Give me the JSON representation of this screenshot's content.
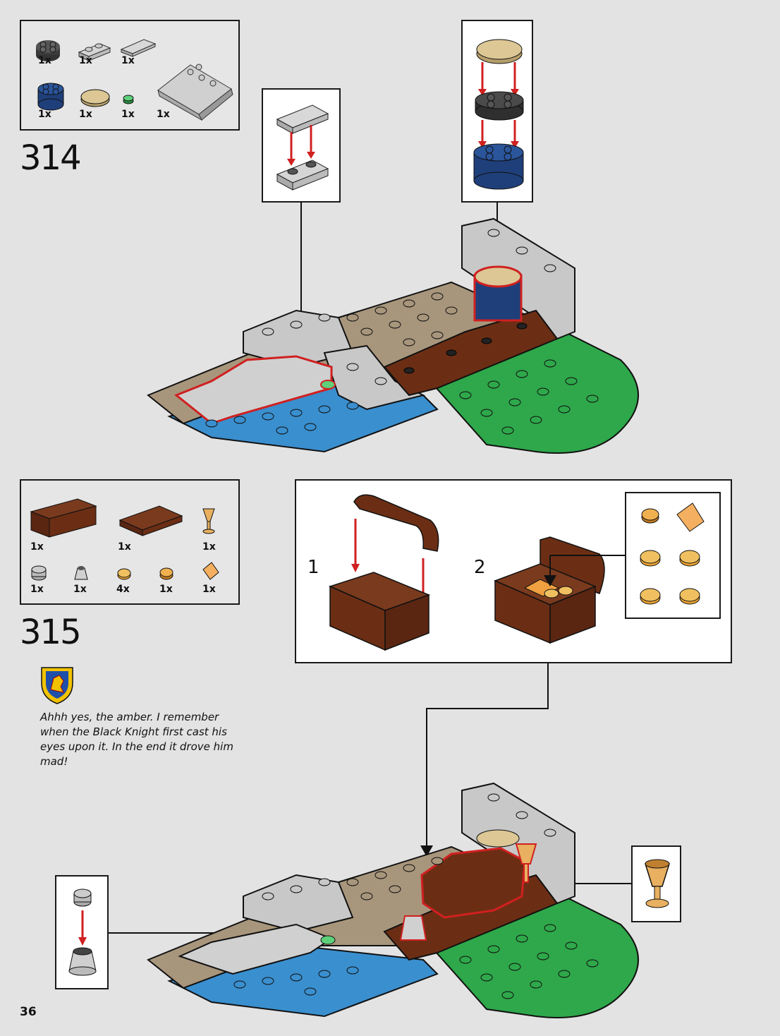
{
  "page": {
    "number": "36"
  },
  "step314": {
    "number": "314",
    "parts": [
      {
        "qty": "1x",
        "name": "dark-gray-round-2x2"
      },
      {
        "qty": "1x",
        "name": "light-gray-plate-1x2"
      },
      {
        "qty": "1x",
        "name": "light-gray-tile-1x2"
      },
      {
        "qty": "1x",
        "name": "blue-round-brick-2x2"
      },
      {
        "qty": "1x",
        "name": "tan-round-tile-2x2"
      },
      {
        "qty": "1x",
        "name": "green-round-plate-1x1"
      },
      {
        "qty": "1x",
        "name": "light-gray-slope-wedge"
      }
    ]
  },
  "step315": {
    "number": "315",
    "parts": [
      {
        "qty": "1x",
        "name": "brown-chest-bottom"
      },
      {
        "qty": "1x",
        "name": "brown-chest-lid"
      },
      {
        "qty": "1x",
        "name": "gold-goblet"
      },
      {
        "qty": "1x",
        "name": "gray-round-cone"
      },
      {
        "qty": "1x",
        "name": "silver-round-cone"
      },
      {
        "qty": "4x",
        "name": "gold-coin"
      },
      {
        "qty": "1x",
        "name": "gold-round-tile"
      },
      {
        "qty": "1x",
        "name": "amber-jewel"
      }
    ],
    "sub_steps": [
      "1",
      "2"
    ],
    "quote": [
      "Ahhh yes, the amber. I remember",
      "when the Black Knight first cast his",
      "eyes upon it. In the end it drove him",
      "mad!"
    ]
  },
  "colors": {
    "background": "#e3e3e3",
    "green": "#2ea84a",
    "blue": "#3a8fcf",
    "tan": "#a8967c",
    "brown": "#6b2e14",
    "gray": "#c8c8c8",
    "dark_blue": "#1f3f7a",
    "callout_red": "#d02020"
  }
}
